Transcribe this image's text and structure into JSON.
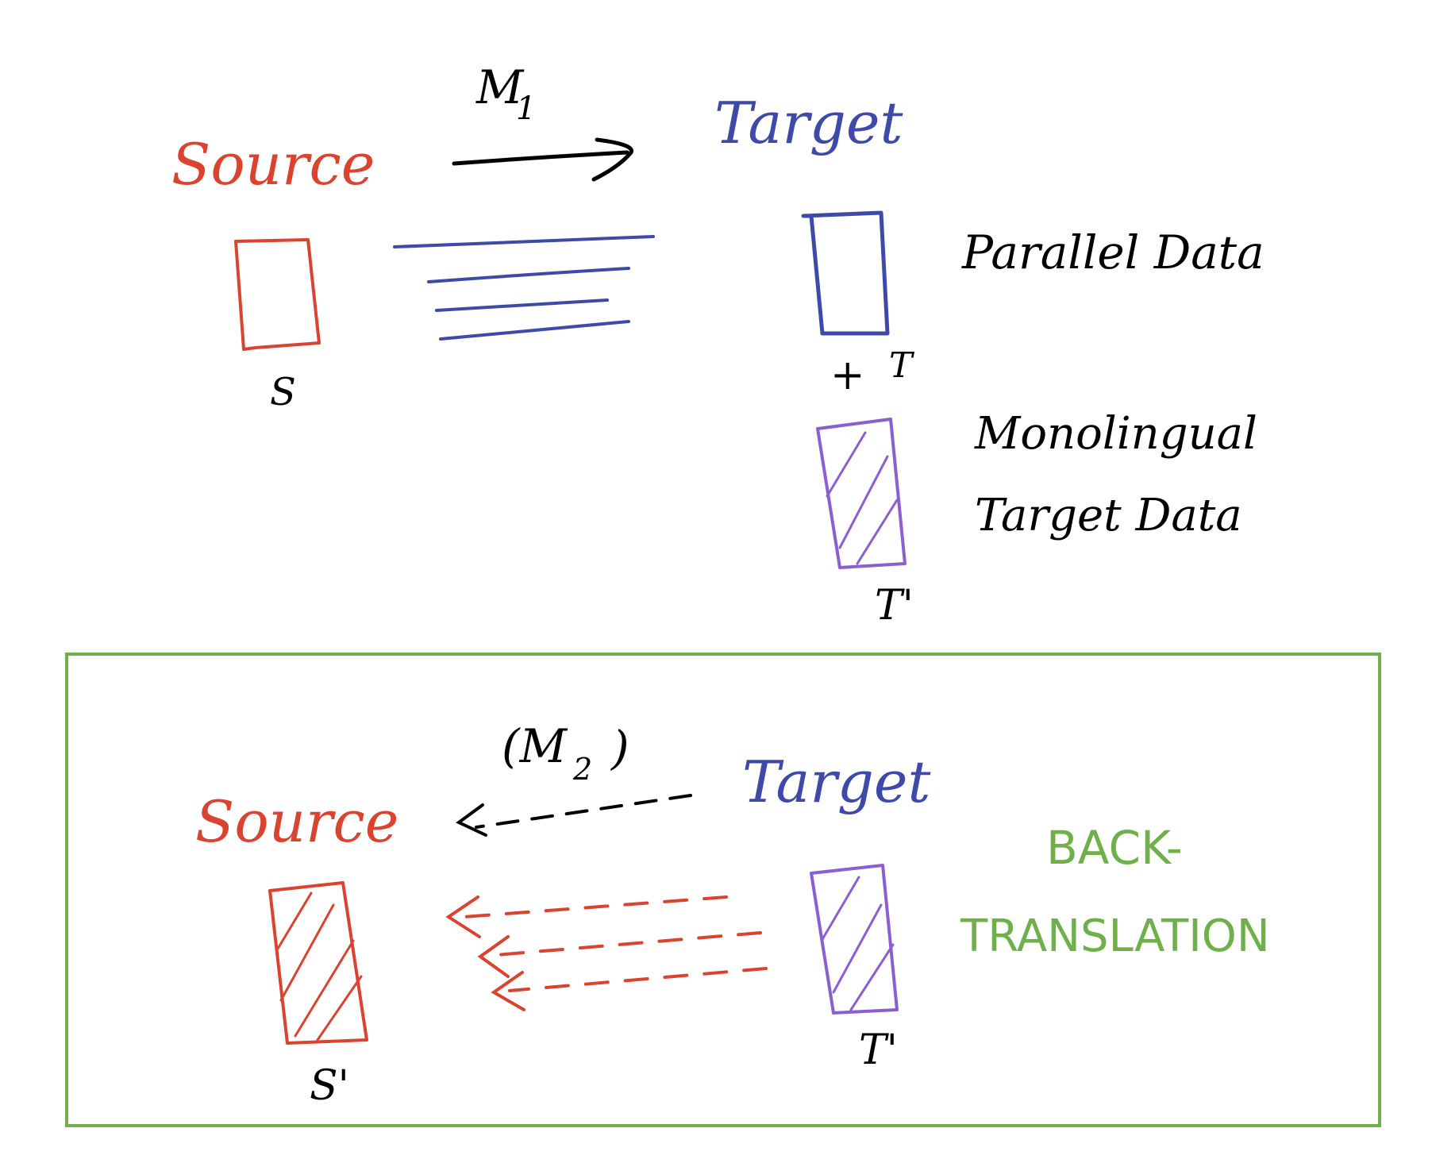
{
  "top": {
    "model_label": "M",
    "model_sub": "1",
    "source_label": "Source",
    "target_label": "Target",
    "source_box_label": "S",
    "target_box_label": "T",
    "plus_sign": "+",
    "parallel_label": "Parallel Data",
    "mono_label_line1": "Monolingual",
    "mono_label_line2": "Target Data",
    "mono_box_label": "T'"
  },
  "bottom": {
    "model_label": "(M",
    "model_sub": "2",
    "model_close": ")",
    "source_label": "Source",
    "target_label": "Target",
    "source_box_label": "S'",
    "target_box_label": "T'",
    "bt_line1": "BACK-",
    "bt_line2": "TRANSLATION"
  },
  "colors": {
    "source": "#d9432f",
    "target": "#3f4aa8",
    "mono": "#8b5fd1",
    "frame": "#6fb04a",
    "ink": "#000000"
  }
}
